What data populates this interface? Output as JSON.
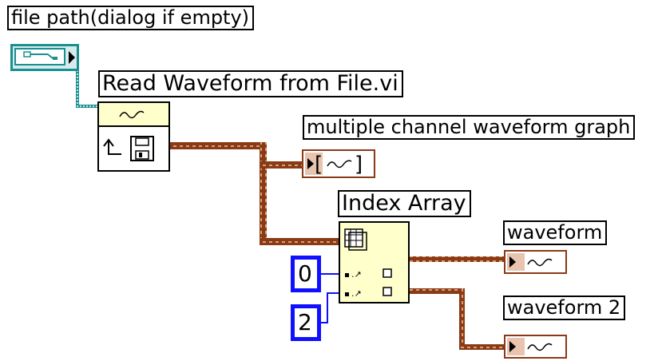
{
  "labels": {
    "file_path": "file path(dialog if empty)",
    "read_vi": "Read Waveform from File.vi",
    "multi_graph": "multiple channel waveform graph",
    "index_array": "Index Array",
    "waveform": "waveform",
    "waveform2": "waveform 2"
  },
  "constants": {
    "index0": "0",
    "index1": "2"
  },
  "icons": {
    "file_path_control": "path-control-icon",
    "read_vi_icon": "file-read-icon",
    "index_array_icon": "array-index-icon",
    "waveform_indicator": "waveform-icon"
  },
  "colors": {
    "waveform_wire": "#8a3a16",
    "numeric_wire": "#1010ff",
    "path_wire": "#1a8f8f",
    "vi_yellow": "#ffffcc"
  }
}
